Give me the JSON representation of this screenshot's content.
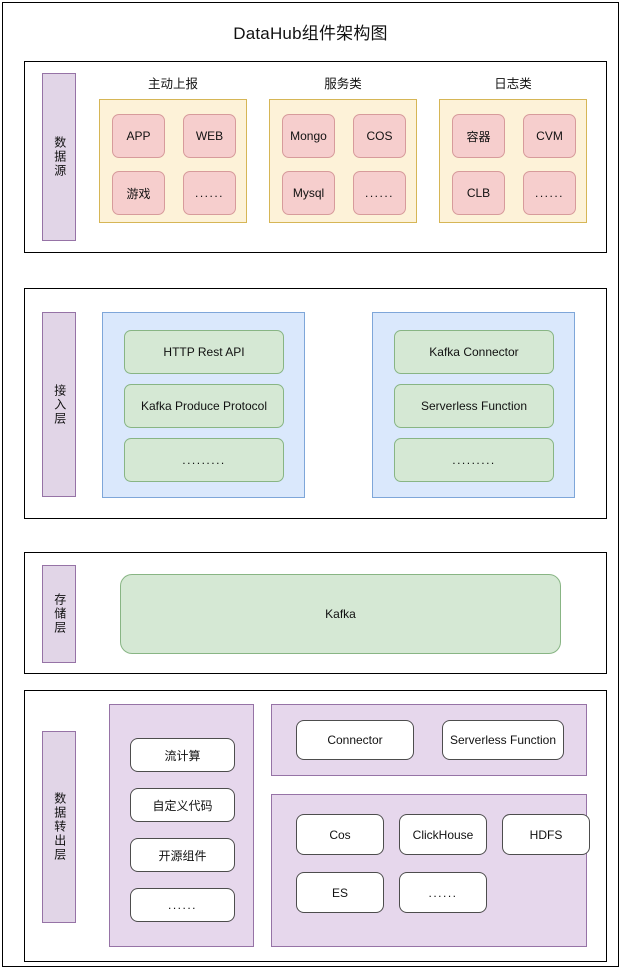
{
  "title": "DataHub组件架构图",
  "colors": {
    "layer_label_fill": "#e1d5e7",
    "layer_label_stroke": "#9673a6",
    "group_yellow_fill": "#fdf2d8",
    "group_yellow_stroke": "#d6b656",
    "group_blue_fill": "#dae8fc",
    "group_blue_stroke": "#7ea6d9",
    "group_purple_fill": "#e6d7ec",
    "group_purple_stroke": "#9673a6",
    "node_pink_fill": "#f6cecd",
    "node_green_fill": "#d5e8d4",
    "node_white_fill": "#ffffff",
    "frame_stroke": "#000000"
  },
  "layers": [
    {
      "id": "source",
      "label": "数据源",
      "groups": [
        {
          "caption": "主动上报",
          "nodes": [
            "APP",
            "WEB",
            "游戏",
            "......"
          ]
        },
        {
          "caption": "服务类",
          "nodes": [
            "Mongo",
            "COS",
            "Mysql",
            "......"
          ]
        },
        {
          "caption": "日志类",
          "nodes": [
            "容器",
            "CVM",
            "CLB",
            "......"
          ]
        }
      ]
    },
    {
      "id": "access",
      "label": "接入层",
      "groups": [
        {
          "caption": "",
          "nodes": [
            "HTTP Rest API",
            "Kafka Produce Protocol",
            "........."
          ]
        },
        {
          "caption": "",
          "nodes": [
            "Kafka Connector",
            "Serverless Function",
            "........."
          ]
        }
      ]
    },
    {
      "id": "storage",
      "label": "存储层",
      "groups": [
        {
          "caption": "",
          "nodes": [
            "Kafka"
          ]
        }
      ]
    },
    {
      "id": "export",
      "label": "数据转出层",
      "groups": [
        {
          "caption": "",
          "nodes": [
            "流计算",
            "自定义代码",
            "开源组件",
            "......"
          ]
        },
        {
          "caption": "",
          "nodes": [
            "Connector",
            "Serverless Function"
          ]
        },
        {
          "caption": "",
          "nodes": [
            "Cos",
            "ClickHouse",
            "HDFS",
            "ES",
            "......"
          ]
        }
      ]
    }
  ]
}
